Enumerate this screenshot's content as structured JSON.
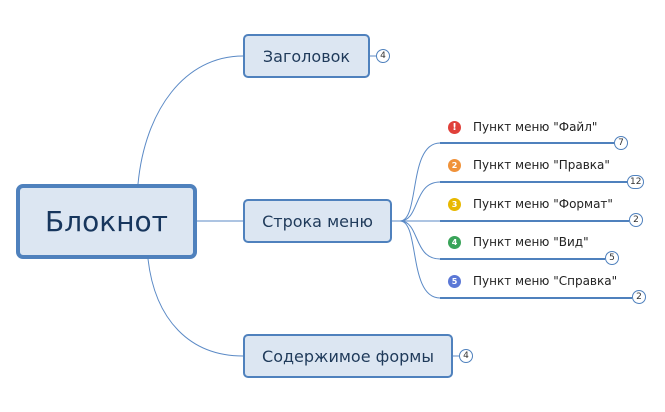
{
  "root": {
    "label": "Блокнот"
  },
  "branches": [
    {
      "label": "Заголовок",
      "count": "4"
    },
    {
      "label": "Строка меню"
    },
    {
      "label": "Содержимое формы",
      "count": "4"
    }
  ],
  "menu_items": [
    {
      "marker": "!",
      "marker_color": "#e0403a",
      "label": "Пункт меню \"Файл\"",
      "count": "7"
    },
    {
      "marker": "2",
      "marker_color": "#f0923a",
      "label": "Пункт меню \"Правка\"",
      "count": "12"
    },
    {
      "marker": "3",
      "marker_color": "#e8b800",
      "label": "Пункт меню \"Формат\"",
      "count": "2"
    },
    {
      "marker": "4",
      "marker_color": "#3aa45a",
      "label": "Пункт меню \"Вид\"",
      "count": "5"
    },
    {
      "marker": "5",
      "marker_color": "#5b78d6",
      "label": "Пункт меню \"Справка\"",
      "count": "2"
    }
  ],
  "colors": {
    "line": "#5b8ac6",
    "node_fill": "#dce6f2",
    "node_border": "#4f81bd",
    "underline": "#4f81bd"
  }
}
